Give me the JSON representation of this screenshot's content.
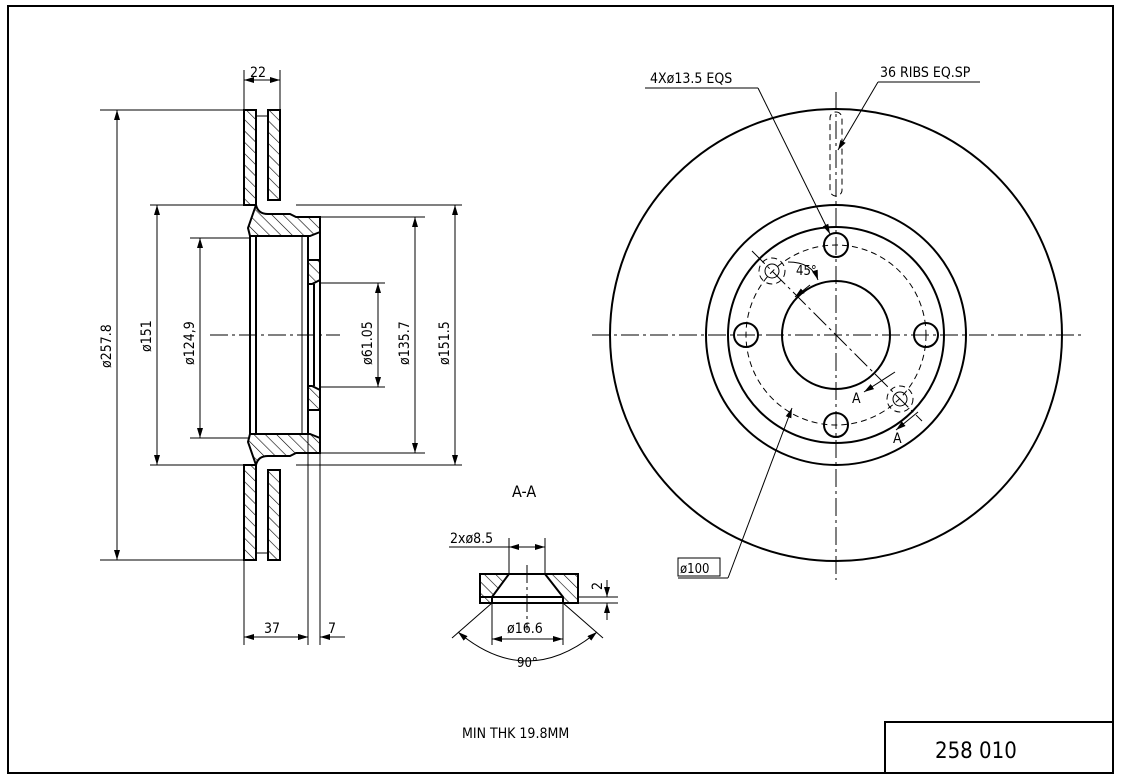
{
  "title_block": {
    "part_number": "258 010"
  },
  "notes": {
    "min_thickness": "MIN THK 19.8MM"
  },
  "section_view": {
    "dim_width": "22",
    "dim_d_outer": "ø257.8",
    "dim_d_151": "ø151",
    "dim_d_124": "ø124,9",
    "dim_d_61": "ø61.05",
    "dim_d_135": "ø135.7",
    "dim_d_151_5": "ø151.5",
    "dim_offset": "37",
    "dim_hub": "7"
  },
  "detail_aa": {
    "title": "A-A",
    "holes": "2xø8.5",
    "counterbore": "ø16.6",
    "depth": "2",
    "angle": "90°"
  },
  "front_view": {
    "bolt_holes": "4Xø13.5 EQS",
    "ribs": "36 RIBS EQ.SP",
    "angle": "45°",
    "pcd": "ø100",
    "section_mark": "A"
  }
}
